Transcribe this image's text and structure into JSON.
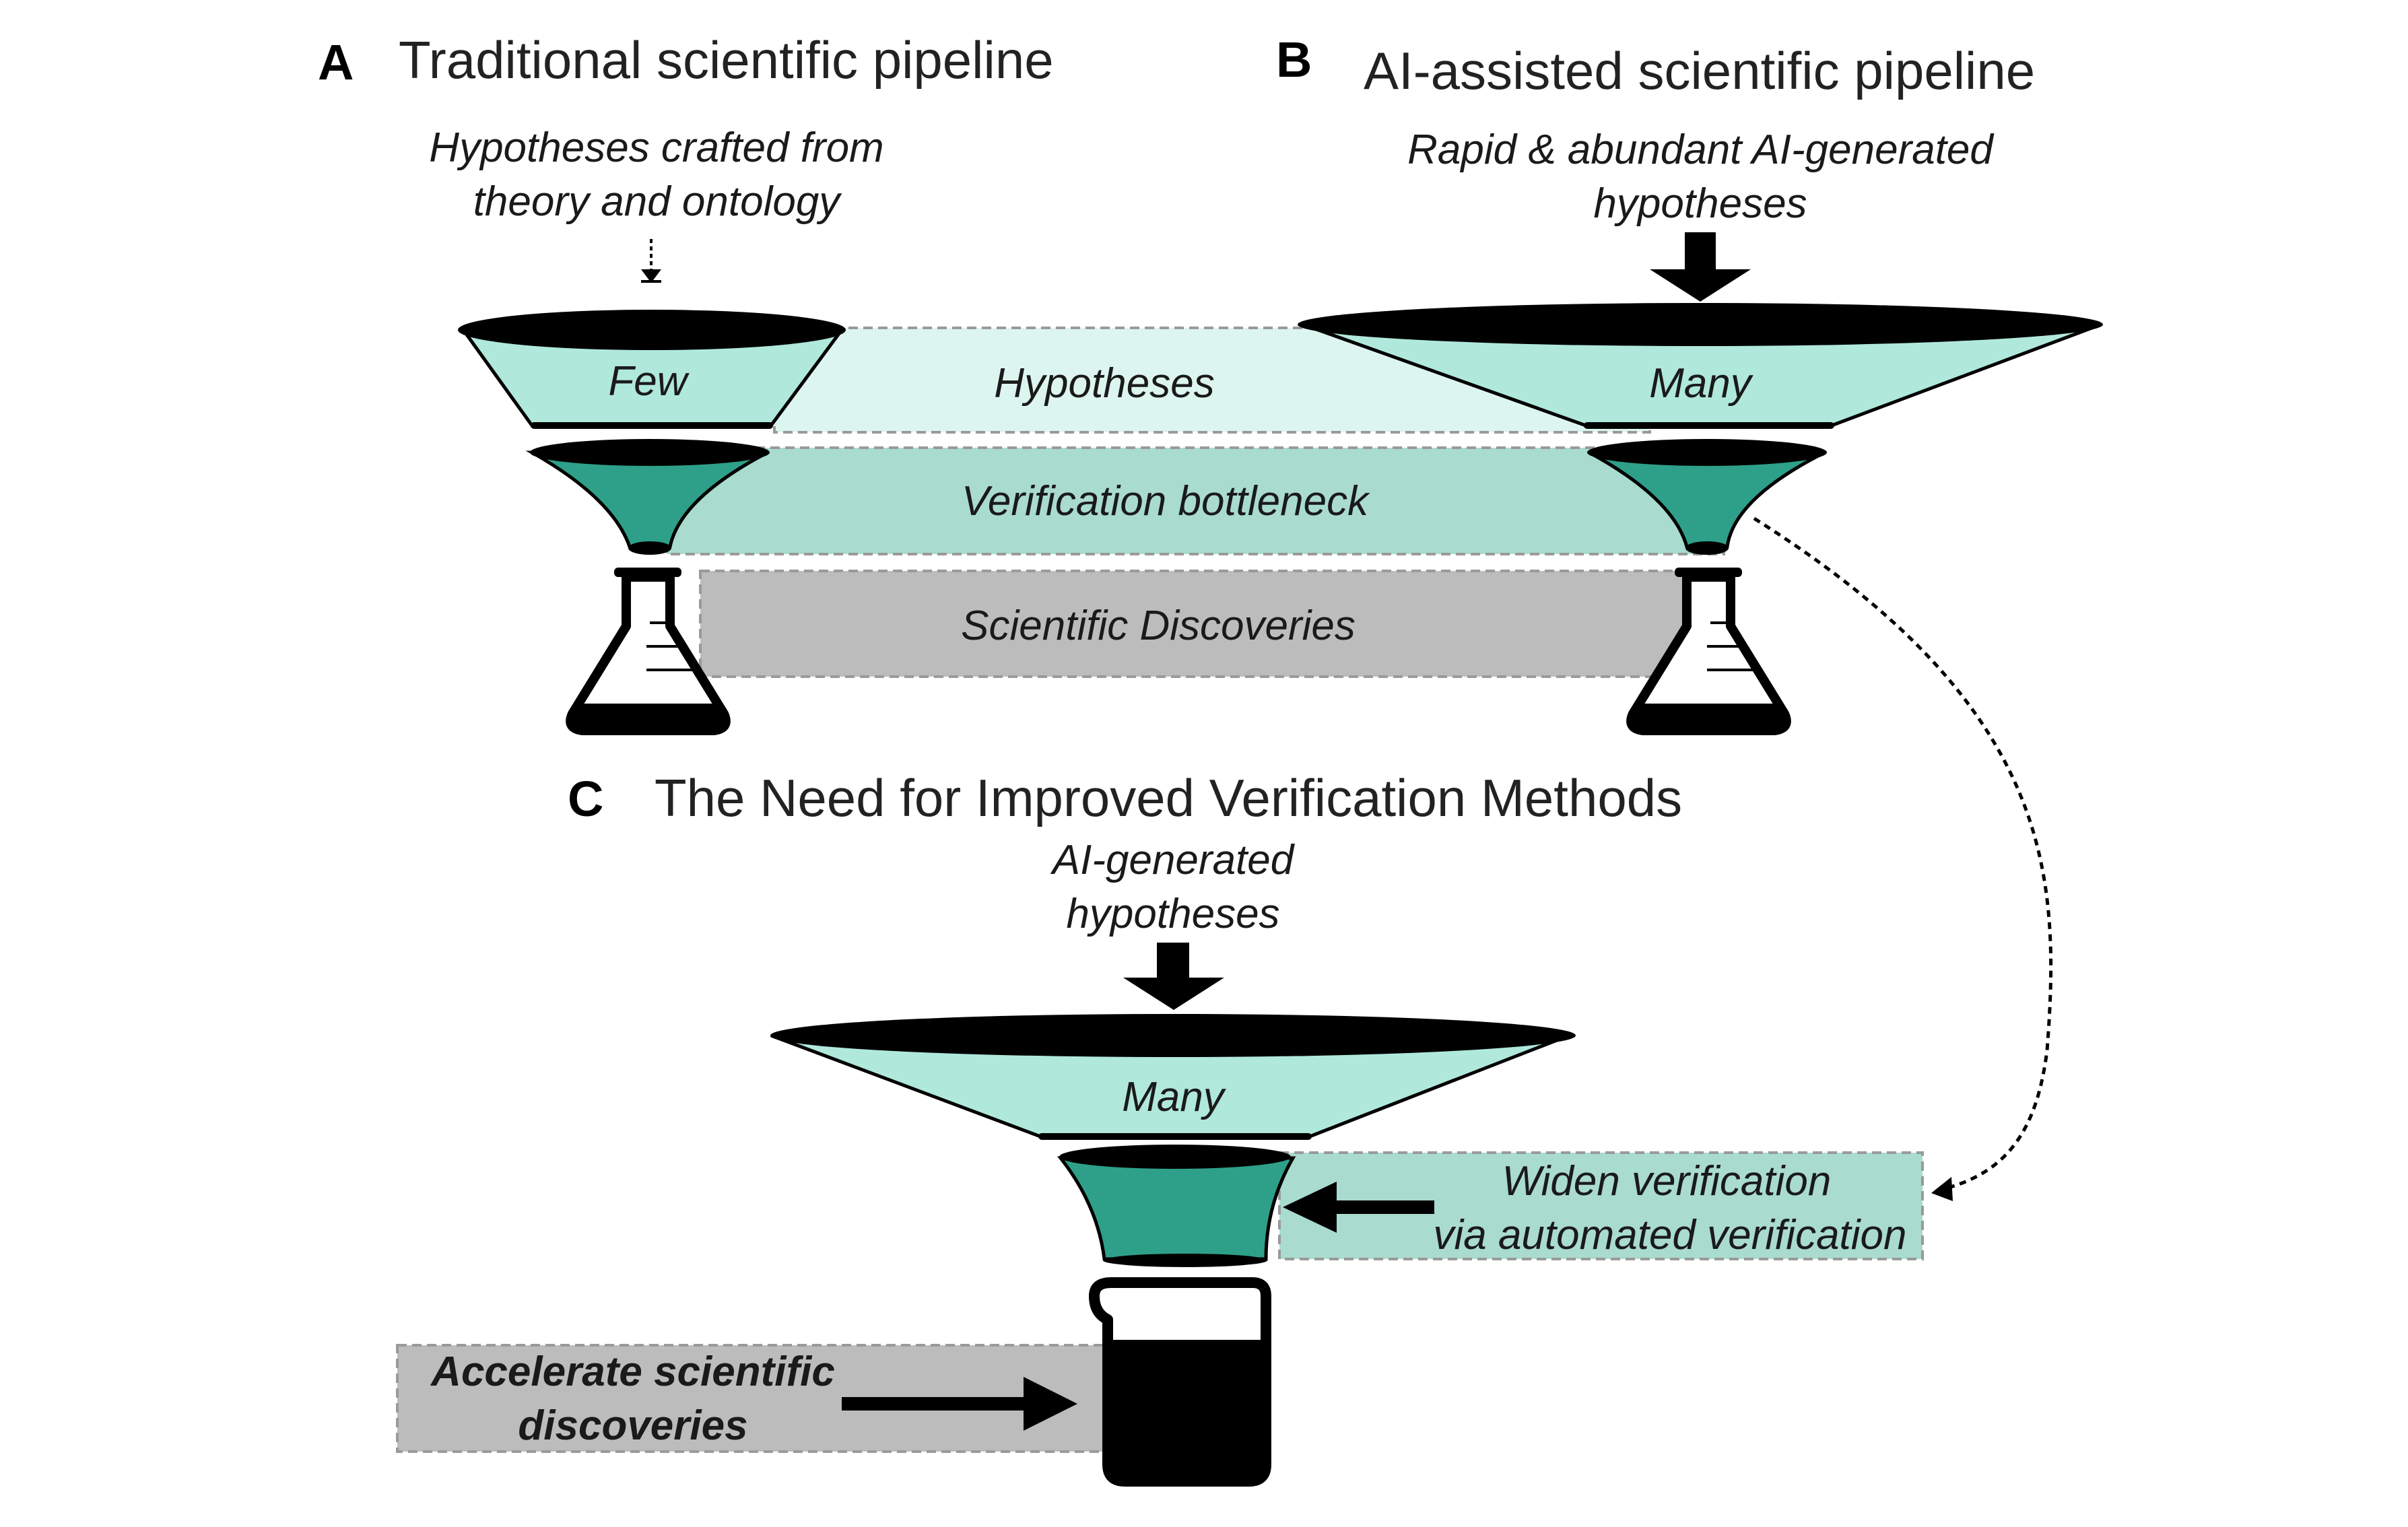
{
  "panel_a": {
    "letter": "A",
    "title": "Traditional scientific pipeline",
    "input_line1": "Hypotheses crafted from",
    "input_line2": "theory and ontology",
    "funnel_label": "Few"
  },
  "panel_b": {
    "letter": "B",
    "title": "AI-assisted scientific pipeline",
    "input_line1": "Rapid & abundant AI-generated",
    "input_line2": "hypotheses",
    "funnel_label": "Many"
  },
  "bands": {
    "hypotheses": "Hypotheses",
    "verification": "Verification bottleneck",
    "discoveries": "Scientific Discoveries"
  },
  "panel_c": {
    "letter": "C",
    "title": "The Need for Improved Verification Methods",
    "input_line1": "AI-generated",
    "input_line2": "hypotheses",
    "funnel_label": "Many",
    "widen_line1": "Widen verification",
    "widen_line2": "via automated verification",
    "accelerate_line1": "Accelerate scientific",
    "accelerate_line2": "discoveries"
  },
  "colors": {
    "light_teal": "#b0e8dc",
    "band_light": "#ddf5ef",
    "teal": "#2ea08a",
    "band_teal": "#a9dbcf",
    "gray_band": "#bcbcbc",
    "black": "#000000"
  }
}
